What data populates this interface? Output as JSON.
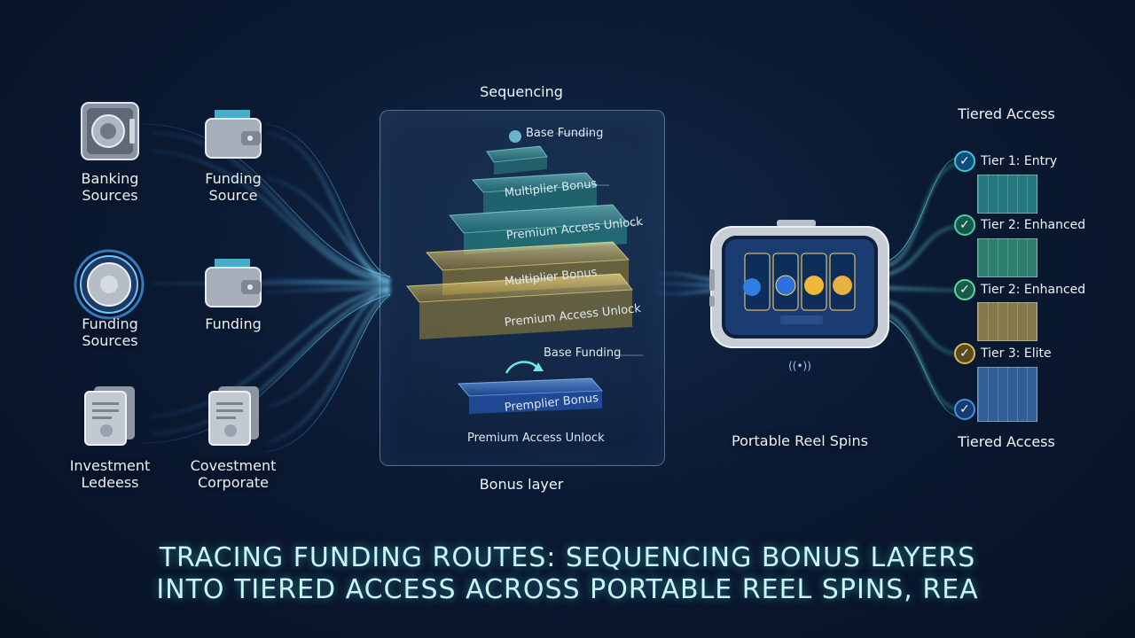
{
  "sources": {
    "banking_sources": "Banking\nSources",
    "funding_source": "Funding\nSource",
    "funding_sources": "Funding\nSources",
    "funding": "Funding",
    "investment": "Investment\nLedeess",
    "covestment": "Covestment\nCorporate"
  },
  "panel": {
    "top_heading": "Sequencing",
    "bottom_heading": "Bonus layer",
    "layers": {
      "base_funding_top": "Base Funding",
      "multiplier_bonus_1": "Multiplier Bonus",
      "premium_unlock_1": "Premium Access Unlock",
      "multiplier_bonus_2": "Multiplier Bonus",
      "premium_unlock_2": "Premium Access Unlock",
      "base_funding_bottom": "Base Funding",
      "premplier_bonus": "Premplier Bonus",
      "premium_unlock_3": "Premium Access Unlock"
    }
  },
  "device": {
    "label": "Portable Reel Spins"
  },
  "tiers": {
    "top_heading": "Tiered Access",
    "bottom_heading": "Tiered Access",
    "items": [
      {
        "label": "Tier 1: Entry"
      },
      {
        "label": "Tier 2: Enhanced"
      },
      {
        "label": "Tier 2: Enhanced"
      },
      {
        "label": "Tier 3: Elite"
      }
    ]
  },
  "title": {
    "line1": "TRACING FUNDING ROUTES: SEQUENCING BONUS LAYERS",
    "line2": "INTO TIERED ACCESS ACROSS PORTABLE REEL SPINS, REA"
  },
  "colors": {
    "flow_blue": "#3fa9ff",
    "flow_cyan": "#5ff0e0",
    "layer_teal": "#4fd6c8",
    "layer_gold": "#e8c85a",
    "layer_blue": "#3a7fe0",
    "tier_teal": "#3cc7c0",
    "tier_green": "#48d1a0",
    "tier_gold": "#d9b95a",
    "tier_blue": "#4a8fe0",
    "title": "#c8f6f6"
  },
  "icons": {
    "banking": "vault-icon",
    "funding_source": "wallet-icon",
    "funding_sources": "dial-icon",
    "funding": "wallet-icon",
    "investment": "document-icon",
    "covestment": "document-icon",
    "check": "check-icon"
  }
}
